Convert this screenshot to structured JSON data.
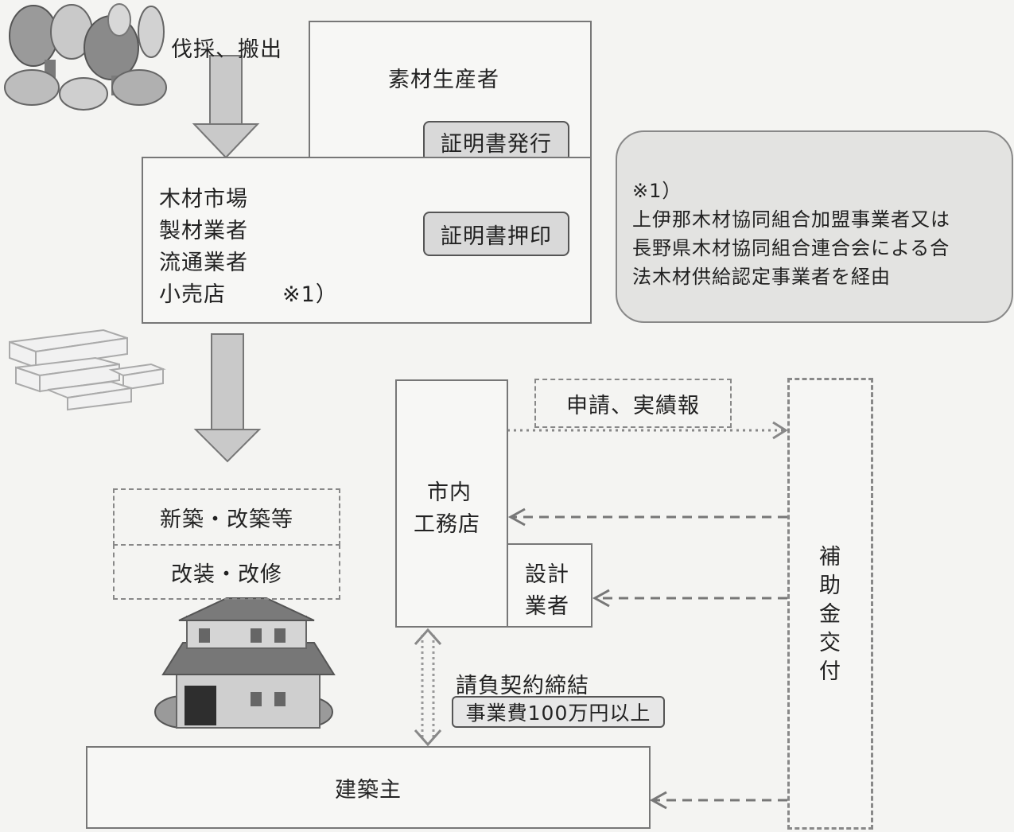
{
  "labels": {
    "harvest": "伐採、搬出",
    "producer": "素材生産者",
    "cert_issue": "証明書発行",
    "cert_stamp": "証明書押印",
    "market_lines": [
      "木材市場",
      "製材業者",
      "流通業者",
      "小売店"
    ],
    "note_mark": "※1）",
    "note_title": "※1）",
    "note_lines": [
      "上伊那木材協同組合加盟事業者又は",
      "長野県木材協同組合連合会による合",
      "法木材供給認定事業者を経由"
    ],
    "new_build": "新築・改築等",
    "renovate": "改装・改修",
    "local_builder": [
      "市内",
      "工務店"
    ],
    "designer": [
      "設計",
      "業者"
    ],
    "application": "申請、実績報",
    "subsidy": "補助金交付",
    "contract": "請負契約締結",
    "cost": "事業費100万円以上",
    "owner": "建築主"
  }
}
